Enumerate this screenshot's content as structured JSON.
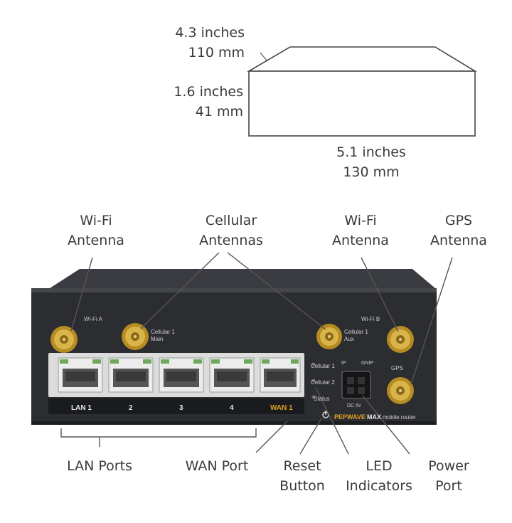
{
  "dimensions": {
    "depth": {
      "inches": "4.3 inches",
      "mm": "110 mm"
    },
    "height": {
      "inches": "1.6 inches",
      "mm": "41 mm"
    },
    "width": {
      "inches": "5.1 inches",
      "mm": "130 mm"
    }
  },
  "callouts_top": {
    "wifi_a": [
      "Wi-Fi",
      "Antenna"
    ],
    "cellular": [
      "Cellular",
      "Antennas"
    ],
    "wifi_b": [
      "Wi-Fi",
      "Antenna"
    ],
    "gps": [
      "GPS",
      "Antenna"
    ]
  },
  "callouts_bottom": {
    "lan_ports": "LAN Ports",
    "wan_port": "WAN Port",
    "reset": [
      "Reset",
      "Button"
    ],
    "led": [
      "LED",
      "Indicators"
    ],
    "power": [
      "Power",
      "Port"
    ]
  },
  "device": {
    "ant_wifi_a": "Wi-Fi A",
    "ant_cell1_main": [
      "Cellular 1",
      "Main"
    ],
    "ant_cell1_aux": [
      "Cellular 1",
      "Aux"
    ],
    "ant_wifi_b": "Wi-Fi B",
    "ant_gps": "GPS",
    "port_labels": [
      "LAN 1",
      "2",
      "3",
      "4",
      "WAN 1"
    ],
    "led_labels": [
      "Cellular 1",
      "Cellular 2",
      "Status"
    ],
    "power_labels": [
      "IP",
      "GNIP",
      "DC IN"
    ],
    "brand": "PEPWAVE",
    "model": "MAX",
    "tagline": "mobile router"
  },
  "colors": {
    "text": "#3a3a3a",
    "body": "#2e2f33",
    "gold": "#c9a43a",
    "wan_label": "#e0a020"
  }
}
